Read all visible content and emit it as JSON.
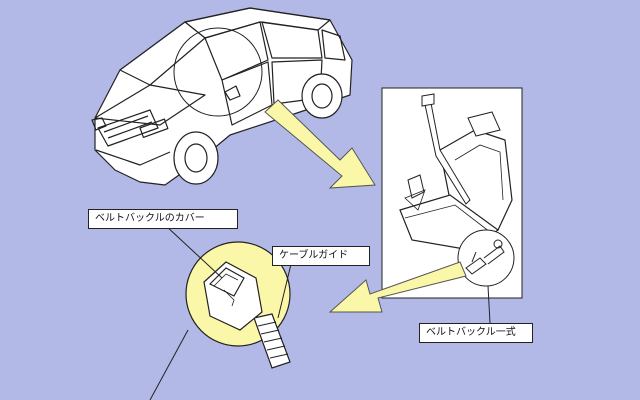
{
  "labels": {
    "buckle_cover": "ベルトバックルのカバー",
    "cable_guide": "ケーブルガイド",
    "buckle_assembly": "ベルトバックル一式"
  },
  "bottom_text": "",
  "colors": {
    "background": "#b3b9e6",
    "highlight": "#fbf7a9",
    "line": "#222222"
  }
}
